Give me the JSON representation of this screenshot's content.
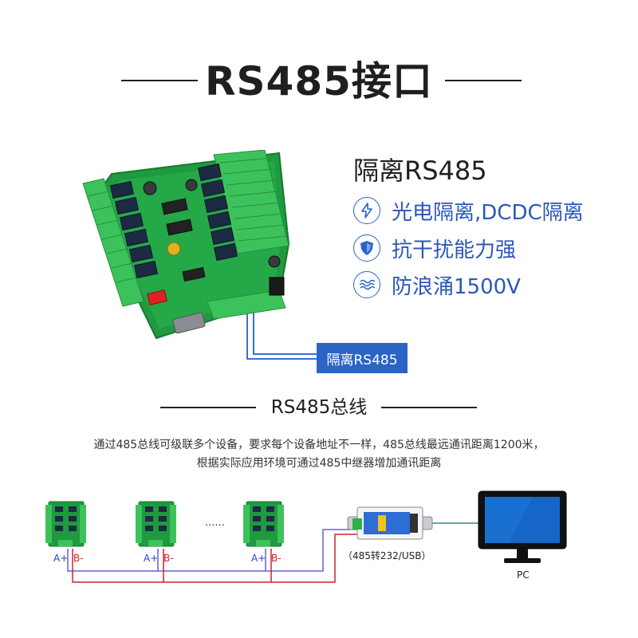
{
  "header": {
    "title": "RS485接口"
  },
  "features": {
    "title": "隔离RS485",
    "items": [
      {
        "icon": "lightning-icon",
        "label": "光电隔离,DCDC隔离"
      },
      {
        "icon": "shield-icon",
        "label": "抗干扰能力强"
      },
      {
        "icon": "wave-icon",
        "label": "防浪涌1500V"
      }
    ]
  },
  "board": {
    "tag": "隔离RS485"
  },
  "bus": {
    "title": "RS485总线",
    "description_line1": "通过485总线可级联多个设备，要求每个设备地址不一样，485总线最远通讯距离1200米，",
    "description_line2": "根据实际应用环境可通过485中继器增加通讯距离",
    "ellipsis": "......",
    "terminal_a": "A+",
    "terminal_b": "B-",
    "converter_label": "（485转232/USB）",
    "pc_label": "PC"
  },
  "colors": {
    "accent": "#2c64c6",
    "board_green": "#1f9a3f",
    "terminal_green": "#3cc25a",
    "wire_red": "#d0202a",
    "wire_blue": "#6a5fd0"
  }
}
